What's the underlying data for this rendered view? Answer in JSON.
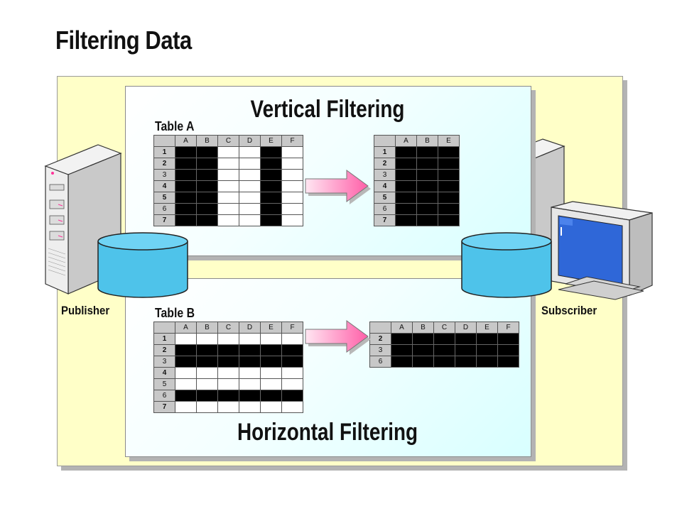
{
  "slide": {
    "title": "Filtering Data"
  },
  "vertical": {
    "title": "Vertical Filtering",
    "table_label": "Table A",
    "source": {
      "columns": [
        "A",
        "B",
        "C",
        "D",
        "E",
        "F"
      ],
      "rows": [
        {
          "label": "1",
          "bold": true
        },
        {
          "label": "2",
          "bold": true
        },
        {
          "label": "3",
          "bold": false
        },
        {
          "label": "4",
          "bold": true
        },
        {
          "label": "5",
          "bold": true
        },
        {
          "label": "6",
          "bold": false
        },
        {
          "label": "7",
          "bold": true
        }
      ],
      "filled_columns": [
        "A",
        "B",
        "E"
      ]
    },
    "result": {
      "columns": [
        "A",
        "B",
        "E"
      ],
      "rows": [
        {
          "label": "1",
          "bold": true
        },
        {
          "label": "2",
          "bold": true
        },
        {
          "label": "3",
          "bold": false
        },
        {
          "label": "4",
          "bold": true
        },
        {
          "label": "5",
          "bold": true
        },
        {
          "label": "6",
          "bold": false
        },
        {
          "label": "7",
          "bold": true
        }
      ]
    }
  },
  "horizontal": {
    "title": "Horizontal Filtering",
    "table_label": "Table B",
    "source": {
      "columns": [
        "A",
        "B",
        "C",
        "D",
        "E",
        "F"
      ],
      "rows": [
        {
          "label": "1",
          "bold": true
        },
        {
          "label": "2",
          "bold": true
        },
        {
          "label": "3",
          "bold": false
        },
        {
          "label": "4",
          "bold": true
        },
        {
          "label": "5",
          "bold": false
        },
        {
          "label": "6",
          "bold": false
        },
        {
          "label": "7",
          "bold": true
        }
      ],
      "filled_rows": [
        "2",
        "3",
        "6"
      ]
    },
    "result": {
      "columns": [
        "A",
        "B",
        "C",
        "D",
        "E",
        "F"
      ],
      "rows": [
        {
          "label": "2",
          "bold": true
        },
        {
          "label": "3",
          "bold": false
        },
        {
          "label": "6",
          "bold": false
        }
      ]
    }
  },
  "nodes": {
    "publisher_label": "Publisher",
    "subscriber_label": "Subscriber"
  },
  "icons": {
    "publisher_server": "server-tower-icon",
    "publisher_db": "database-cylinder-icon",
    "subscriber_server": "server-tower-icon",
    "subscriber_monitor": "monitor-icon",
    "subscriber_db": "database-cylinder-icon",
    "arrow": "right-arrow-icon"
  },
  "colors": {
    "outer_background": "#ffffc8",
    "panel_background": "#e8ffff",
    "database": "#4ec3ea",
    "arrow": "#ff6fb0",
    "filled_cell": "#000000",
    "header_cell": "#c8c8c8"
  }
}
